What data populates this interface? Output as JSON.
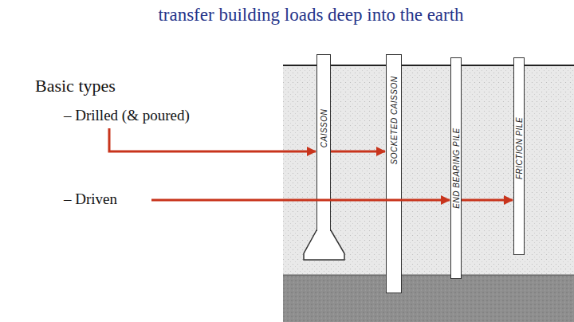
{
  "diagram": {
    "title": "transfer building loads deep into the earth",
    "nodes": [
      {
        "text": [
          "CAISSON"
        ]
      },
      {
        "text": [
          "SOCKETED CAISSON"
        ]
      },
      {
        "text": [
          "END BEARING PILE"
        ]
      },
      {
        "text": [
          "FRICTION PILE"
        ]
      }
    ],
    "edges": [
      {
        "from": 0,
        "to": 1,
        "arrow": "to"
      },
      {
        "from": 2,
        "to": 3,
        "arrow": "to"
      }
    ],
    "labels": [
      "Basic types",
      "– Drilled (& poured)",
      "– Driven"
    ]
  }
}
